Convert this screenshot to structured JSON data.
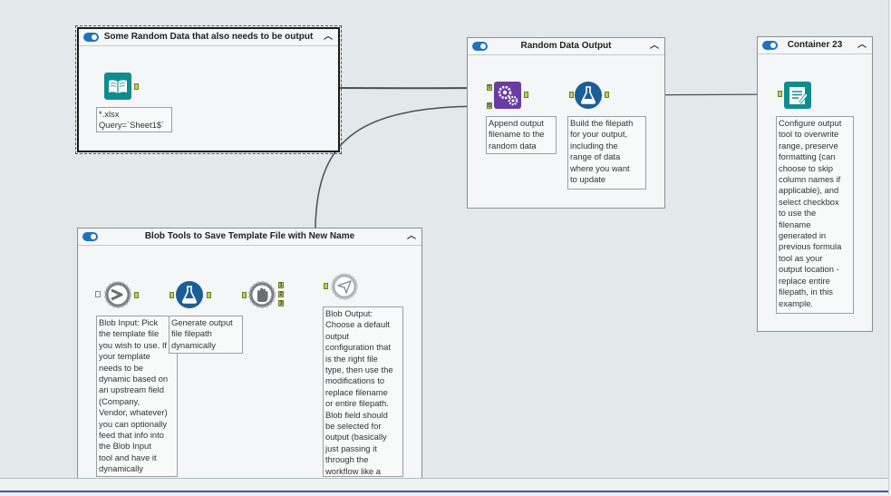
{
  "containers": {
    "some_random": {
      "title": "Some Random Data that also needs to be output"
    },
    "random_output": {
      "title": "Random Data Output"
    },
    "container23": {
      "title": "Container 23"
    },
    "blob_tools": {
      "title": "Blob Tools to Save Template File with New Name"
    }
  },
  "notes": {
    "input_annotation": "*.xlsx\nQuery=`Sheet1$`",
    "append_annotation": "Append output\nfilename to the\nrandom data",
    "build_filepath": "Build the filepath\nfor your output,\nincluding the\nrange of data\nwhere you want\nto update",
    "configure_output": "Configure output\ntool to overwrite\nrange, preserve\nformatting (can\nchoose to skip\ncolumn names if\napplicable), and\nselect checkbox\nto use the\nfilename\ngenerated in\nprevious formula\ntool as your\noutput location -\nreplace entire\nfilepath, in this\nexample.",
    "blob_input": "Blob Input: Pick\nthe template file\nyou wish to use. If\nyour template\nneeds to be\ndynamic based on\nan upstream field\n(Company,\nVendor, whatever)\nyou can optionally\nfeed that info into\nthe Blob Input\ntool and have it\ndynamically",
    "generate_output": "Generate output\nfile filepath\ndynamically",
    "blob_output": "Blob Output:\nChoose a default\noutput\nconfiguration that\nis the right file\ntype, then use the\nmodifications to\nreplace filename\nor entire filepath.\nBlob field should\nbe selected for\noutput (basically\njust passing it\nthrough the\nworkflow like a"
  },
  "anchor_labels": {
    "append_target": "T",
    "append_source": "S",
    "select_1": "1",
    "select_2": "2",
    "select_3": "3"
  },
  "icons": {
    "input": "book-icon",
    "append": "gears-icon",
    "formula": "flask-icon",
    "output": "clipboard-icon",
    "blob_input": "chevron-gear-icon",
    "block_until_done": "hand-icon",
    "blob_output": "send-gear-icon"
  },
  "colors": {
    "canvas": "#e3e9ea",
    "container_bg": "#f4f6f7",
    "input_teal": "#0f8d8d",
    "join_purple": "#6a3ba2",
    "formula_blue": "#1b5e97",
    "developer_gray": "#7a7d80",
    "anchor_green": "#b9d05a",
    "toggle_blue": "#1e73be"
  }
}
